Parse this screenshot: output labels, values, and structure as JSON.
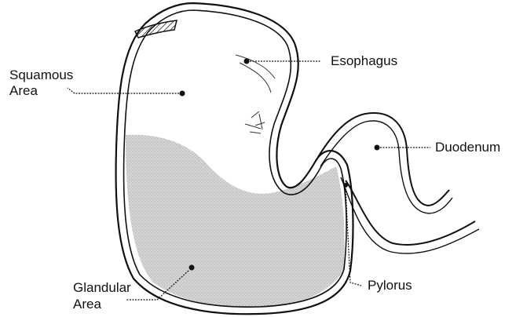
{
  "labels": {
    "esophagus": "Esophagus",
    "squamous": {
      "line1": "Squamous",
      "line2": "Area"
    },
    "duodenum": "Duodenum",
    "glandular": {
      "line1": "Glandular",
      "line2": "Area"
    },
    "pylorus": "Pylorus"
  },
  "colors": {
    "ink": "#111111",
    "glandular_fill": "#d4d4d4",
    "background": "#ffffff"
  }
}
